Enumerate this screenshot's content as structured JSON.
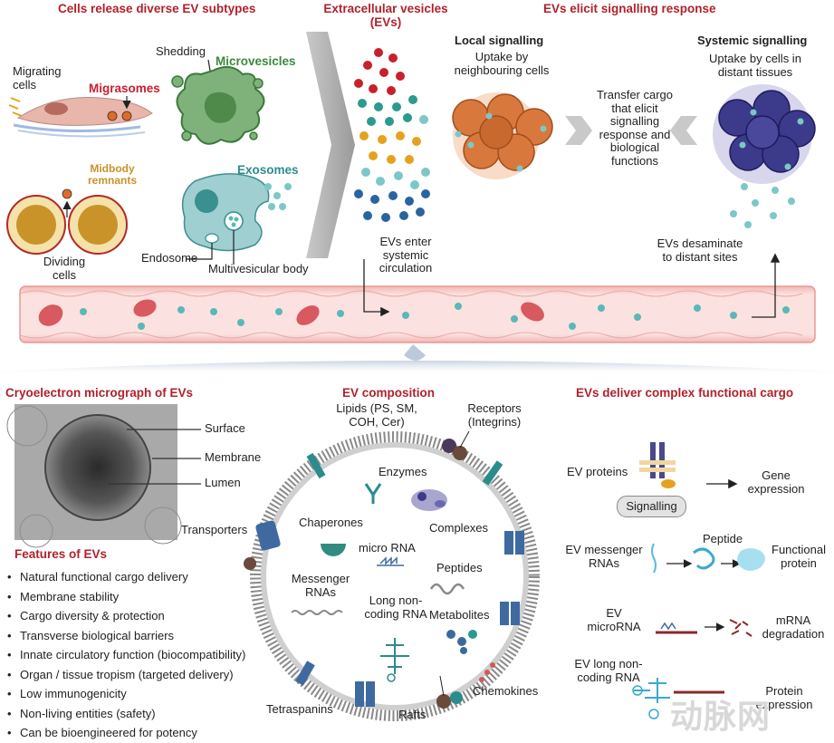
{
  "headings": {
    "cells_release": "Cells release diverse EV subtypes",
    "extracellular_vesicles": "Extracellular vesicles",
    "evs_abbrev": "(EVs)",
    "evs_elicit": "EVs elicit signalling response",
    "cryo": "Cryoelectron micrograph of EVs",
    "composition": "EV composition",
    "deliver": "EVs deliver complex functional cargo",
    "features": "Features of EVs"
  },
  "subtypes": {
    "migrating_cells": "Migrating cells",
    "migrasomes": "Migrasomes",
    "shedding": "Shedding",
    "microvesicles": "Microvesicles",
    "midbody_remnants": "Midbody remnants",
    "dividing_cells": "Dividing cells",
    "exosomes": "Exosomes",
    "endosome": "Endosome",
    "multivesicular_body": "Multivesicular body"
  },
  "signalling": {
    "local_title": "Local signalling",
    "local_desc": "Uptake by neighbouring cells",
    "systemic_title": "Systemic signalling",
    "systemic_desc": "Uptake by cells in distant tissues",
    "transfer": "Transfer cargo that elicit signalling response and biological functions",
    "enter_circulation": "EVs enter systemic circulation",
    "disseminate": "EVs desaminate to distant sites"
  },
  "micrograph": {
    "surface": "Surface",
    "membrane": "Membrane",
    "lumen": "Lumen"
  },
  "composition": {
    "lipids": "Lipids (PS, SM, COH, Cer)",
    "receptors": "Receptors (Integrins)",
    "enzymes": "Enzymes",
    "chaperones": "Chaperones",
    "complexes": "Complexes",
    "transporters": "Transporters",
    "micro_rna": "micro RNA",
    "peptides": "Peptides",
    "messenger_rnas": "Messenger RNAs",
    "long_noncoding": "Long non-coding RNA",
    "metabolites": "Metabolites",
    "chemokines": "Chemokines",
    "tetraspanins": "Tetraspanins",
    "rafts": "Rafts"
  },
  "cargo": {
    "ev_proteins": "EV proteins",
    "signalling": "Signalling",
    "gene_expression": "Gene expression",
    "ev_mrna": "EV messenger RNAs",
    "peptide": "Peptide",
    "functional_protein": "Functional protein",
    "ev_microrna": "EV microRNA",
    "mrna_degradation": "mRNA degradation",
    "ev_lncrna": "EV long non-coding RNA",
    "protein_expression": "Protein expression"
  },
  "features": [
    "Natural functional cargo delivery",
    "Membrane stability",
    "Cargo diversity & protection",
    "Transverse biological barriers",
    "Innate circulatory function (biocompatibility)",
    "Organ / tissue tropism (targeted delivery)",
    "Low immunogenicity",
    "Non-living entities (safety)",
    "Can be bioengineered for potency"
  ],
  "watermark": "动脉网",
  "colors": {
    "heading_red": "#b0222c",
    "microvesicle_green": "#3a8a3a",
    "exosome_teal": "#2f8c8c",
    "midbody_gold": "#c9932a",
    "vessel_pink": "#f6c9c6",
    "ev_teal": "#59b9b6"
  }
}
